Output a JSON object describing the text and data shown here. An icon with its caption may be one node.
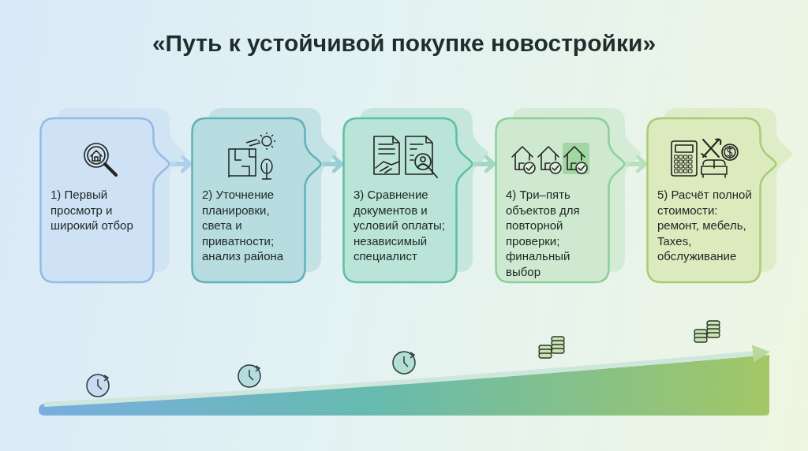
{
  "diagram": {
    "title": "«Путь к устойчивой покупке новостройки»",
    "nodes": [
      {
        "text": [
          "1) Первый просмотр и широкий отбор"
        ]
      },
      {
        "text": [
          "2) Уточнение планировки, света и приватности; анализ района"
        ]
      },
      {
        "text": [
          "3) Сравнение документов и условий оплаты; независимый специалист"
        ]
      },
      {
        "text": [
          "4) Три–пять объектов для повторной проверки; финальный выбор"
        ]
      },
      {
        "text": [
          "5) Расчёт полной стоимости: ремонт, мебель, Taxes, обслуживание"
        ]
      }
    ],
    "edges": [
      {
        "from": 0,
        "to": 1,
        "arrow": "to"
      },
      {
        "from": 1,
        "to": 2,
        "arrow": "to"
      },
      {
        "from": 2,
        "to": 3,
        "arrow": "to"
      },
      {
        "from": 3,
        "to": 4,
        "arrow": "to"
      }
    ]
  }
}
